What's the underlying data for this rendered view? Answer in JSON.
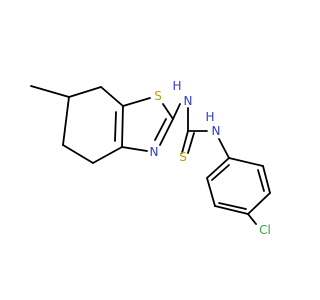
{
  "molecule": {
    "atoms": {
      "sulfur_ring": {
        "label": "S",
        "color": "#b8a200"
      },
      "nitrogen_ring": {
        "label": "N",
        "color": "#2d3ecf"
      },
      "nh_top": {
        "label": "H",
        "color": "#2d3ecf"
      },
      "n_top": {
        "label": "N",
        "color": "#2d3ecf"
      },
      "nh_right": {
        "label": "H",
        "color": "#2d3ecf"
      },
      "n_right": {
        "label": "N",
        "color": "#2d3ecf"
      },
      "sulfur_thione": {
        "label": "S",
        "color": "#b8a200"
      },
      "chlorine": {
        "label": "Cl",
        "color": "#3aa53a"
      }
    },
    "bond_color": "#000000"
  }
}
